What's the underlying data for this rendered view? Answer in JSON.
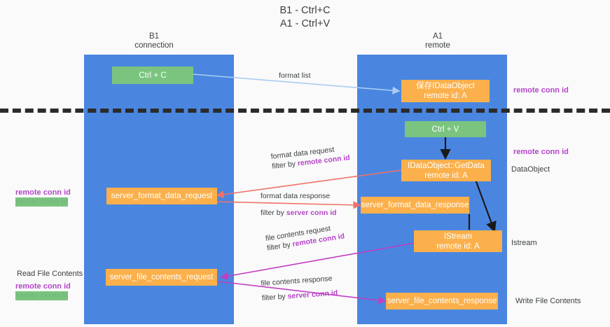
{
  "title": "B1 - Ctrl+C\nA1 - Ctrl+V",
  "columns": {
    "left": {
      "header": "B1\nconnection"
    },
    "right": {
      "header": "A1\nremote"
    }
  },
  "nodes": {
    "ctrl_c": "Ctrl + C",
    "save_dataobject": "保存IDataObject\nremote id: A",
    "ctrl_v": "Ctrl + V",
    "getdata": "IDataObject::GetData\nremote id: A",
    "server_format_data_request": "server_format_data_request",
    "server_format_data_response": "server_format_data_response",
    "istream": "IStream\nremote id: A",
    "server_file_contents_request": "server_file_contents_request",
    "server_file_contents_response": "server_file_contents_response"
  },
  "edge_labels": {
    "format_list": "format list",
    "format_data_request_line1": "format data request",
    "format_data_request_line2_prefix": "filter by ",
    "format_data_request_line2_hl": "remote conn id",
    "format_data_response_line1": "format data response",
    "format_data_response_line2_prefix": "filter by ",
    "format_data_response_line2_hl": "server conn id",
    "file_contents_request_line1": "file contents request",
    "file_contents_request_line2_prefix": "filter by ",
    "file_contents_request_line2_hl": "remote conn id",
    "file_contents_response_line1": "file contents response",
    "file_contents_response_line2_prefix": "filter by ",
    "file_contents_response_line2_hl": "server conn id"
  },
  "annotations": {
    "right_remote_conn_id_top": "remote conn id",
    "right_remote_conn_id_mid": "remote conn id",
    "right_dataobject": "DataObject",
    "right_istream": "Istream",
    "right_write_file_contents": "Write File Contents",
    "left_remote_conn_id": "remote conn id",
    "left_server_conn_id": "server conn id",
    "left_read_file_contents": "Read File Contents",
    "left_remote_conn_id_2": "remote conn id",
    "left_server_conn_id_2": "server conn id"
  },
  "colors": {
    "lane": "#4a86e0",
    "green_node": "#7ac47f",
    "orange_node": "#fbb04b",
    "purple_text": "#b445c8",
    "green_text": "#74b97c",
    "arrow_lightblue": "#a8cdf0",
    "arrow_red": "#f0726a",
    "arrow_magenta": "#c23ec2",
    "arrow_black": "#1a1a1a",
    "background": "#fafafa"
  }
}
